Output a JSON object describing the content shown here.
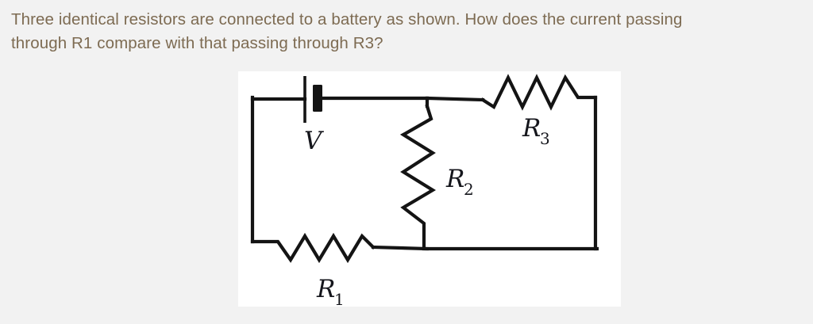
{
  "page": {
    "background_color": "#f2f2f2",
    "text_color": "#7d6b52"
  },
  "question": {
    "line1": "Three identical resistors are connected to a battery as shown. How does the current passing",
    "line2": "through R1 compare with that passing through R3?",
    "full_text": "Three identical resistors are connected to a battery as shown. How does the current passing through R1 compare with that passing through R3?"
  },
  "figure": {
    "background_color": "#ffffff",
    "stroke_color": "#141414",
    "label_color": "#15161c",
    "labels": {
      "battery": "V",
      "resistor1_base": "R",
      "resistor1_sub": "1",
      "resistor2_base": "R",
      "resistor2_sub": "2",
      "resistor3_base": "R",
      "resistor3_sub": "3"
    }
  }
}
